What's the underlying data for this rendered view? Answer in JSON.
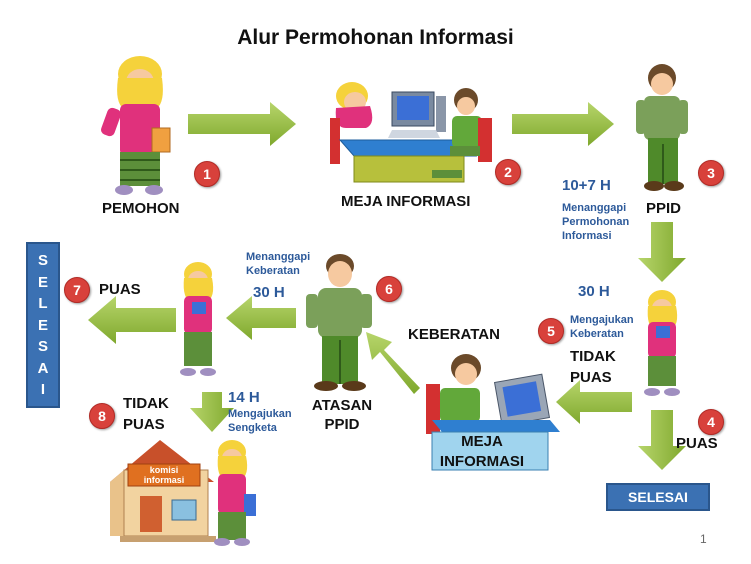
{
  "title": "Alur Permohonan Informasi",
  "steps": {
    "s1": "1",
    "s2": "2",
    "s3": "3",
    "s4": "4",
    "s5": "5",
    "s6": "6",
    "s7": "7",
    "s8": "8"
  },
  "labels": {
    "pemohon": "PEMOHON",
    "meja_informasi_1": "MEJA INFORMASI",
    "ppid": "PPID",
    "puas_7": "PUAS",
    "atasan_line1": "ATASAN",
    "atasan_line2": "PPID",
    "keberatan": "KEBERATAN",
    "tidak_puas_5_line1": "TIDAK",
    "tidak_puas_5_line2": "PUAS",
    "tidak_puas_8_line1": "TIDAK",
    "tidak_puas_8_line2": "PUAS",
    "meja_informasi_2_line1": "MEJA",
    "meja_informasi_2_line2": "INFORMASI",
    "puas_4": "PUAS",
    "komisi_line1": "komisi",
    "komisi_line2": "informasi"
  },
  "annotations": {
    "time_3": "10+7 H",
    "desc_3_line1": "Menanggapi",
    "desc_3_line2": "Permohonan",
    "desc_3_line3": "Informasi",
    "time_5": "30 H",
    "desc_5_line1": "Mengajukan",
    "desc_5_line2": "Keberatan",
    "desc_6_line1": "Menanggapi",
    "desc_6_line2": "Keberatan",
    "time_6": "30 H",
    "time_8": "14 H",
    "desc_8_line1": "Mengajukan",
    "desc_8_line2": "Sengketa"
  },
  "selesai_vertical": [
    "S",
    "E",
    "L",
    "E",
    "S",
    "A",
    "I"
  ],
  "selesai_button": "SELESAI",
  "page_number": "1",
  "colors": {
    "arrow": "#8db83a",
    "step_badge": "#d8413b",
    "selesai_box": "#3b71b3",
    "annotation_text": "#2d5a9a"
  }
}
